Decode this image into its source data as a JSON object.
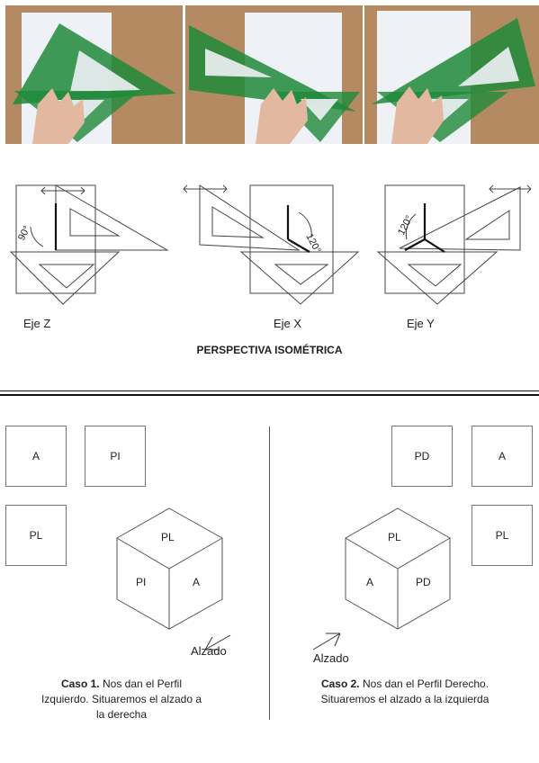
{
  "isometric": {
    "axis_labels": [
      "Eje Z",
      "Eje X",
      "Eje Y"
    ],
    "angles": [
      "90°",
      "120°",
      "120°"
    ],
    "title": "PERSPECTIVA ISOMÉTRICA"
  },
  "views": {
    "case1_squares": [
      "A",
      "PI",
      "PL"
    ],
    "case1_cube_faces": [
      "PL",
      "PI",
      "A"
    ],
    "case1_arrow_label": "Alzado",
    "case2_squares": [
      "PD",
      "A",
      "PL"
    ],
    "case2_cube_faces": [
      "PL",
      "A",
      "PD"
    ],
    "case2_arrow_label": "Alzado"
  },
  "captions": {
    "case1_bold": "Caso 1.",
    "case1_rest": " Nos dan el Perfil Izquierdo. Situaremos el alzado a la derecha",
    "case2_bold": "Caso 2.",
    "case2_rest": " Nos dan el Perfil Derecho. Situaremos el alzado a la izquierda"
  },
  "colors": {
    "set_square_green": "#1f8a3a",
    "paper": "#eef1f6",
    "background_wood": "#b48a63",
    "hand": "#e2b8a0"
  }
}
